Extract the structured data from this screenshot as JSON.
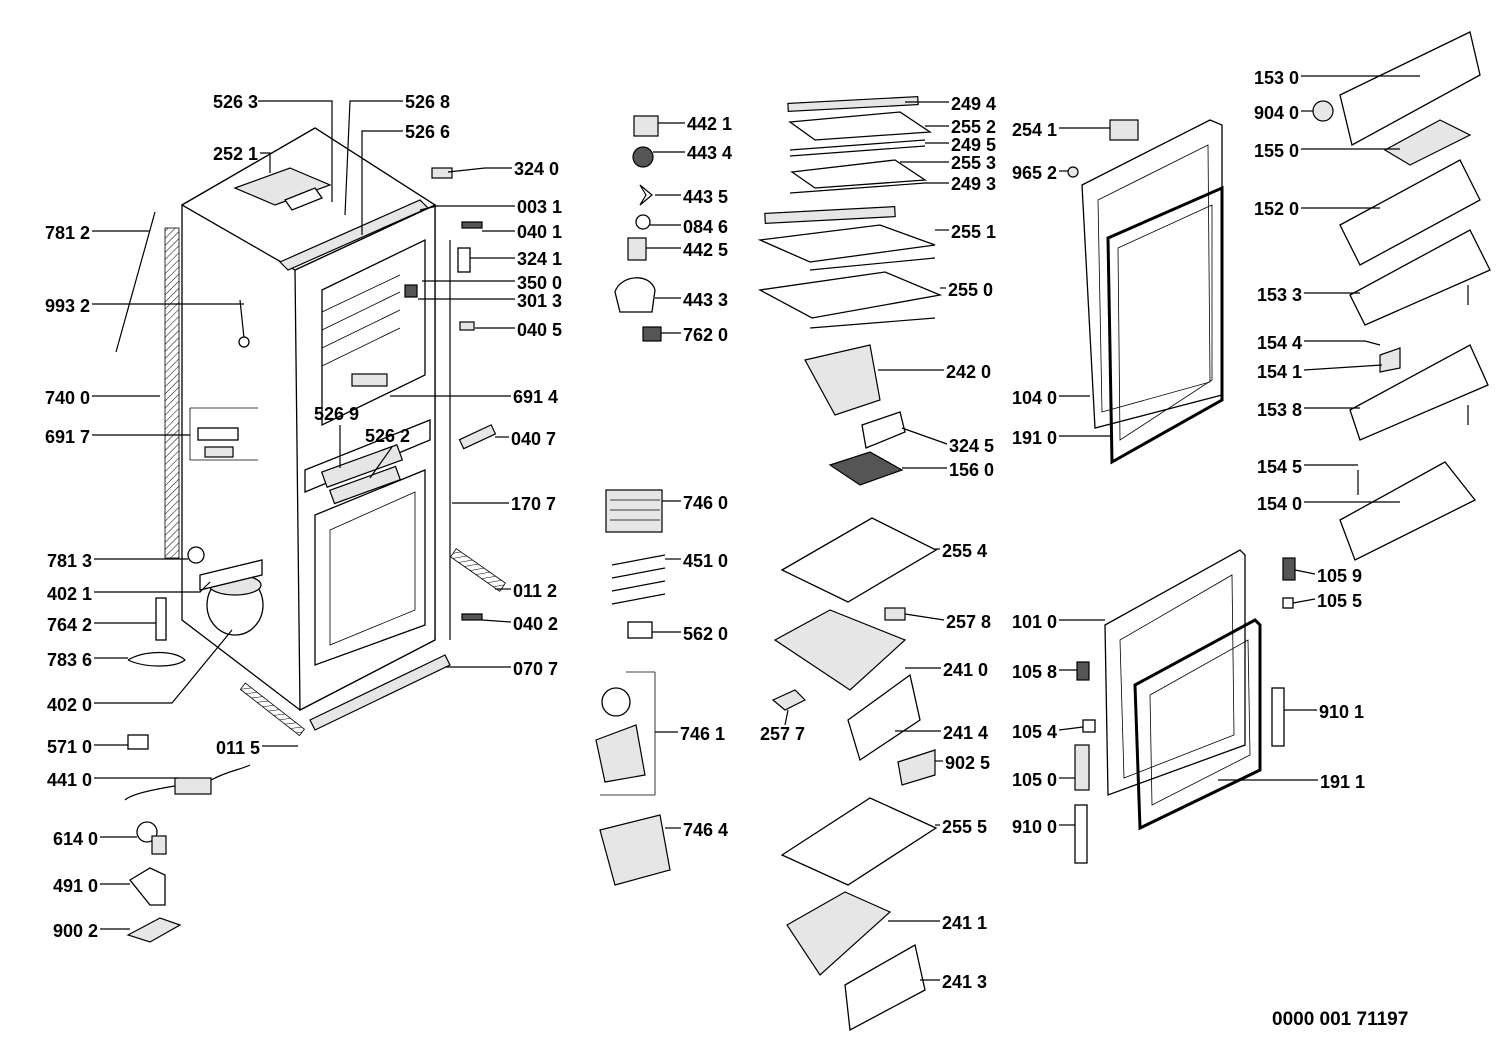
{
  "document_number": "0000 001 71197",
  "labels": [
    {
      "id": "526 3"
    },
    {
      "id": "526 8"
    },
    {
      "id": "526 6"
    },
    {
      "id": "252 1"
    },
    {
      "id": "324 0"
    },
    {
      "id": "003 1"
    },
    {
      "id": "781 2"
    },
    {
      "id": "040 1"
    },
    {
      "id": "324 1"
    },
    {
      "id": "350 0"
    },
    {
      "id": "301 3"
    },
    {
      "id": "993 2"
    },
    {
      "id": "040 5"
    },
    {
      "id": "740 0"
    },
    {
      "id": "691 4"
    },
    {
      "id": "526 9"
    },
    {
      "id": "526 2"
    },
    {
      "id": "691 7"
    },
    {
      "id": "040 7"
    },
    {
      "id": "170 7"
    },
    {
      "id": "781 3"
    },
    {
      "id": "402 1"
    },
    {
      "id": "011 2"
    },
    {
      "id": "764 2"
    },
    {
      "id": "040 2"
    },
    {
      "id": "783 6"
    },
    {
      "id": "070 7"
    },
    {
      "id": "402 0"
    },
    {
      "id": "571 0"
    },
    {
      "id": "011 5"
    },
    {
      "id": "441 0"
    },
    {
      "id": "614 0"
    },
    {
      "id": "491 0"
    },
    {
      "id": "900 2"
    },
    {
      "id": "442 1"
    },
    {
      "id": "443 4"
    },
    {
      "id": "443 5"
    },
    {
      "id": "084 6"
    },
    {
      "id": "442 5"
    },
    {
      "id": "443 3"
    },
    {
      "id": "762 0"
    },
    {
      "id": "746 0"
    },
    {
      "id": "451 0"
    },
    {
      "id": "562 0"
    },
    {
      "id": "746 1"
    },
    {
      "id": "746 4"
    },
    {
      "id": "249 4"
    },
    {
      "id": "255 2"
    },
    {
      "id": "249 5"
    },
    {
      "id": "255 3"
    },
    {
      "id": "249 3"
    },
    {
      "id": "255 1"
    },
    {
      "id": "255 0"
    },
    {
      "id": "242 0"
    },
    {
      "id": "324 5"
    },
    {
      "id": "156 0"
    },
    {
      "id": "255 4"
    },
    {
      "id": "257 8"
    },
    {
      "id": "241 0"
    },
    {
      "id": "257 7"
    },
    {
      "id": "241 4"
    },
    {
      "id": "902 5"
    },
    {
      "id": "255 5"
    },
    {
      "id": "241 1"
    },
    {
      "id": "241 3"
    },
    {
      "id": "254 1"
    },
    {
      "id": "965 2"
    },
    {
      "id": "104 0"
    },
    {
      "id": "191 0"
    },
    {
      "id": "101 0"
    },
    {
      "id": "105 8"
    },
    {
      "id": "105 4"
    },
    {
      "id": "105 0"
    },
    {
      "id": "910 0"
    },
    {
      "id": "191 1"
    },
    {
      "id": "105 9"
    },
    {
      "id": "105 5"
    },
    {
      "id": "910 1"
    },
    {
      "id": "153 0"
    },
    {
      "id": "904 0"
    },
    {
      "id": "155 0"
    },
    {
      "id": "152 0"
    },
    {
      "id": "153 3"
    },
    {
      "id": "154 4"
    },
    {
      "id": "154 1"
    },
    {
      "id": "153 8"
    },
    {
      "id": "154 5"
    },
    {
      "id": "154 0"
    }
  ]
}
